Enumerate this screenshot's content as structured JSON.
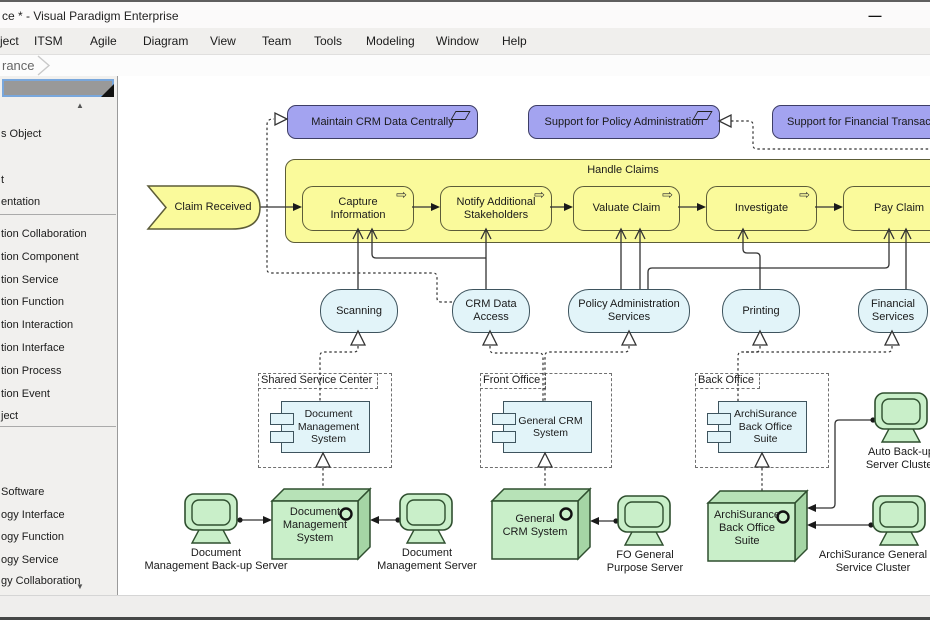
{
  "window": {
    "title": "ce * - Visual Paradigm Enterprise"
  },
  "menu": {
    "items": [
      "ject",
      "ITSM",
      "Agile",
      "Diagram",
      "View",
      "Team",
      "Tools",
      "Modeling",
      "Window",
      "Help"
    ]
  },
  "breadcrumb": {
    "tab": "rance"
  },
  "palette": {
    "scroll_up": "▲",
    "scroll_down": "▼",
    "items": [
      "s Object",
      "",
      "t",
      "entation",
      "tion Collaboration",
      "tion Component",
      "tion Service",
      "tion Function",
      "tion Interaction",
      "tion Interface",
      "tion Process",
      "tion Event",
      "ject",
      "",
      "",
      "Software",
      "ogy Interface",
      "ogy Function",
      "ogy Service",
      "gy Collaboration"
    ]
  },
  "diagram": {
    "app_services": [
      "Maintain CRM Data Centrally",
      "Support for Policy Administration",
      "Support for Financial Transactions"
    ],
    "event_label": "Claim Received",
    "process_group_label": "Handle Claims",
    "processes": [
      {
        "lines": [
          "Capture",
          "Information"
        ]
      },
      {
        "lines": [
          "Notify Additional",
          "Stakeholders"
        ]
      },
      {
        "lines": [
          "Valuate Claim"
        ]
      },
      {
        "lines": [
          "Investigate"
        ]
      },
      {
        "lines": [
          "Pay Claim"
        ]
      }
    ],
    "services": [
      {
        "lines": [
          "Scanning"
        ]
      },
      {
        "lines": [
          "CRM Data",
          "Access"
        ]
      },
      {
        "lines": [
          "Policy Administration",
          "Services"
        ]
      },
      {
        "lines": [
          "Printing"
        ]
      },
      {
        "lines": [
          "Financial",
          "Services"
        ]
      }
    ],
    "groups": [
      "Shared Service Center",
      "Front Office",
      "Back Office"
    ],
    "components": [
      {
        "lines": [
          "Document",
          "Management",
          "System"
        ]
      },
      {
        "lines": [
          "General CRM",
          "System"
        ]
      },
      {
        "lines": [
          "ArchiSurance",
          "Back Office",
          "Suite"
        ]
      }
    ],
    "nodes": [
      {
        "lines": [
          "Document",
          "Management",
          "System"
        ]
      },
      {
        "lines": [
          "General",
          "CRM System"
        ]
      },
      {
        "lines": [
          "ArchiSurance",
          "Back Office",
          "Suite"
        ]
      }
    ],
    "devices": [
      {
        "lines": [
          "Document",
          "Management Back-up Server"
        ]
      },
      {
        "lines": [
          "Document",
          "Management Server"
        ]
      },
      {
        "lines": [
          "FO General",
          "Purpose Server"
        ]
      },
      {
        "lines": [
          "Auto Back-up",
          "Server Cluster"
        ]
      },
      {
        "lines": [
          "ArchiSurance General",
          "Service Cluster"
        ]
      }
    ]
  },
  "icons": {
    "process_arrow": "⇨",
    "minimize": "—"
  },
  "colors": {
    "app_service_fill": "#a3a3f0",
    "process_fill": "#fafa9b",
    "service_fill": "#e2f4f9",
    "node_fill": "#c9efc9",
    "selection_border": "#79a7dc"
  }
}
